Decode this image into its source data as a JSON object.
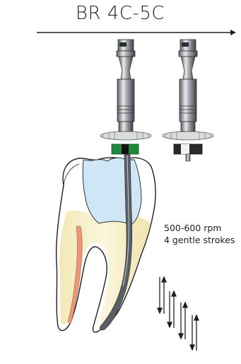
{
  "title": "BR 4C-5C",
  "speed": "500-600 rpm",
  "strokes": "4 gentle strokes",
  "colors": {
    "stop_ring": "#1f8a3e",
    "canal_fill": "#e89a78",
    "enamel": "#cfe6f6",
    "root_dentin": "#f6efc6",
    "file_metal": "#9aa0a6"
  }
}
